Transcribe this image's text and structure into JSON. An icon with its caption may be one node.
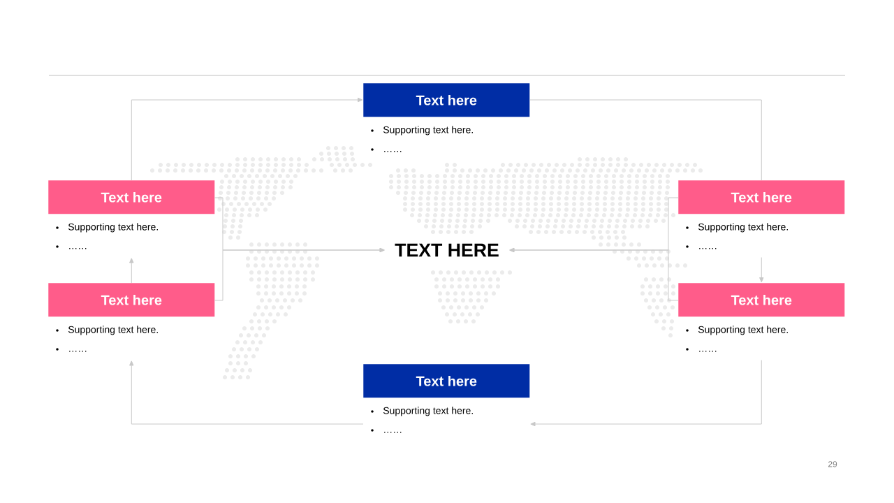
{
  "diagram": {
    "nodes": [
      {
        "text": [
          "Text here",
          "Supporting text here.",
          "……"
        ]
      },
      {
        "text": [
          "Text here",
          "Supporting text here.",
          "……"
        ]
      },
      {
        "text": [
          "Text here",
          "Supporting text here.",
          "……"
        ]
      },
      {
        "text": [
          "TEXT HERE"
        ]
      },
      {
        "text": [
          "Text here",
          "Supporting text here.",
          "……"
        ]
      },
      {
        "text": [
          "Text here",
          "Supporting text here.",
          "……"
        ]
      },
      {
        "text": [
          "Text here",
          "Supporting text here.",
          "……"
        ]
      }
    ],
    "edges": [
      {
        "from": 1,
        "to": 0,
        "arrow": "to"
      },
      {
        "from": 0,
        "to": 2,
        "arrow": "none"
      },
      {
        "from": 2,
        "to": 5,
        "arrow": "to"
      },
      {
        "from": 5,
        "to": 6,
        "arrow": "to"
      },
      {
        "from": 6,
        "to": 4,
        "arrow": "to"
      },
      {
        "from": 4,
        "to": 1,
        "arrow": "to"
      },
      {
        "from": 1,
        "to": 3,
        "arrow": "to"
      },
      {
        "from": 4,
        "to": 3,
        "arrow": "to"
      },
      {
        "from": 2,
        "to": 3,
        "arrow": "to"
      },
      {
        "from": 5,
        "to": 3,
        "arrow": "to"
      }
    ],
    "labels": [
      "29"
    ]
  }
}
